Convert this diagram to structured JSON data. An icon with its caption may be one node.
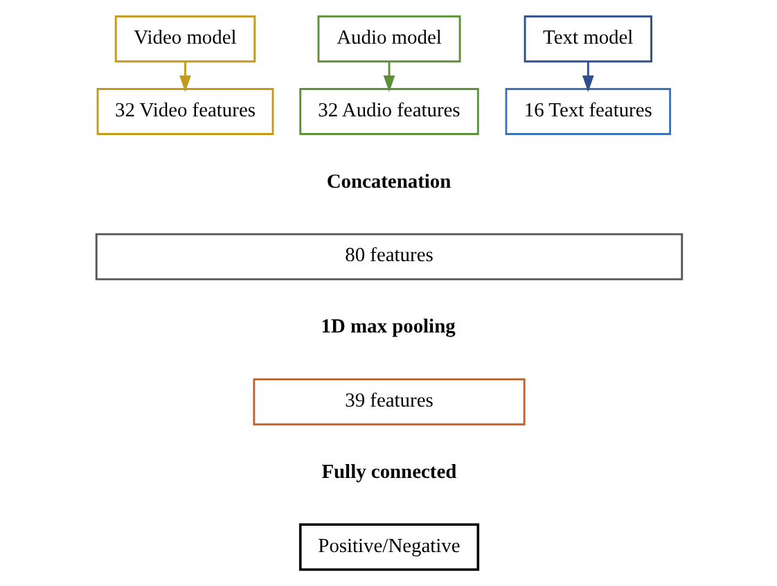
{
  "diagram": {
    "nodes": [
      {
        "text": [
          "Video model"
        ]
      },
      {
        "text": [
          "Audio model"
        ]
      },
      {
        "text": [
          "Text model"
        ]
      },
      {
        "text": [
          "32 Video features"
        ]
      },
      {
        "text": [
          "32 Audio features"
        ]
      },
      {
        "text": [
          "16 Text features"
        ]
      },
      {
        "text": [
          "80 features"
        ]
      },
      {
        "text": [
          "39 features"
        ]
      },
      {
        "text": [
          "Positive/Negative"
        ]
      }
    ],
    "edges": [
      {
        "from": 0,
        "to": 3,
        "arrow": "to",
        "color": "#c49a1a"
      },
      {
        "from": 1,
        "to": 4,
        "arrow": "to",
        "color": "#5e8f3a"
      },
      {
        "from": 2,
        "to": 5,
        "arrow": "to",
        "color": "#2f4f8f"
      }
    ],
    "labels": [
      "Concatenation",
      "1D max pooling",
      "Fully connected"
    ]
  }
}
